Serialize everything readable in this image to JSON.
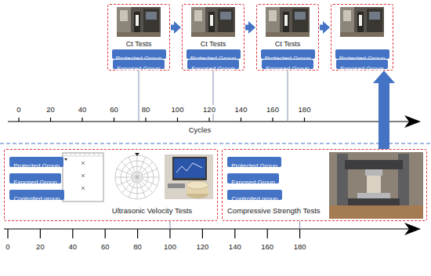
{
  "diagram": {
    "nodes": [
      {
        "text": [
          "Ct Tests"
        ]
      },
      {
        "text": [
          "Protected Group"
        ],
        "in": 0
      },
      {
        "text": [
          "Exposed Group"
        ],
        "in": 0
      },
      {
        "text": [
          "Ct Tests"
        ]
      },
      {
        "text": [
          "Protected Group"
        ],
        "in": 3
      },
      {
        "text": [
          "Exposed Group"
        ],
        "in": 3
      },
      {
        "text": [
          "Ct Tests"
        ]
      },
      {
        "text": [
          "Protected Group"
        ],
        "in": 6
      },
      {
        "text": [
          "Exposed Group"
        ],
        "in": 6
      },
      {
        "text": []
      },
      {
        "text": [
          "Protected Group"
        ],
        "in": 9
      },
      {
        "text": [
          "Exposed Group"
        ],
        "in": 9
      },
      {
        "text": [
          "Ultrasonic Velocity Tests"
        ]
      },
      {
        "text": [
          "Protected Group"
        ],
        "in": 12
      },
      {
        "text": [
          "Exposed Group"
        ],
        "in": 12
      },
      {
        "text": [
          "Controlled group"
        ],
        "in": 12
      },
      {
        "text": [
          "Compressive Strength Tests"
        ]
      },
      {
        "text": [
          "Protected Group"
        ],
        "in": 16
      },
      {
        "text": [
          "Exposed Group"
        ],
        "in": 16
      },
      {
        "text": [
          "Controlled group"
        ],
        "in": 16
      }
    ],
    "edges": [
      {
        "from": 0,
        "to": 3,
        "arrow": "to"
      },
      {
        "from": 3,
        "to": 6,
        "arrow": "to"
      },
      {
        "from": 6,
        "to": 9,
        "arrow": "to"
      },
      {
        "from": 16,
        "to": 9,
        "arrow": "to"
      }
    ],
    "labels": [
      "0",
      "20",
      "40",
      "60",
      "80",
      "100",
      "120",
      "140",
      "160",
      "180",
      "Cycles",
      "0",
      "20",
      "40",
      "60",
      "80",
      "100",
      "120",
      "140",
      "160",
      "180"
    ]
  }
}
